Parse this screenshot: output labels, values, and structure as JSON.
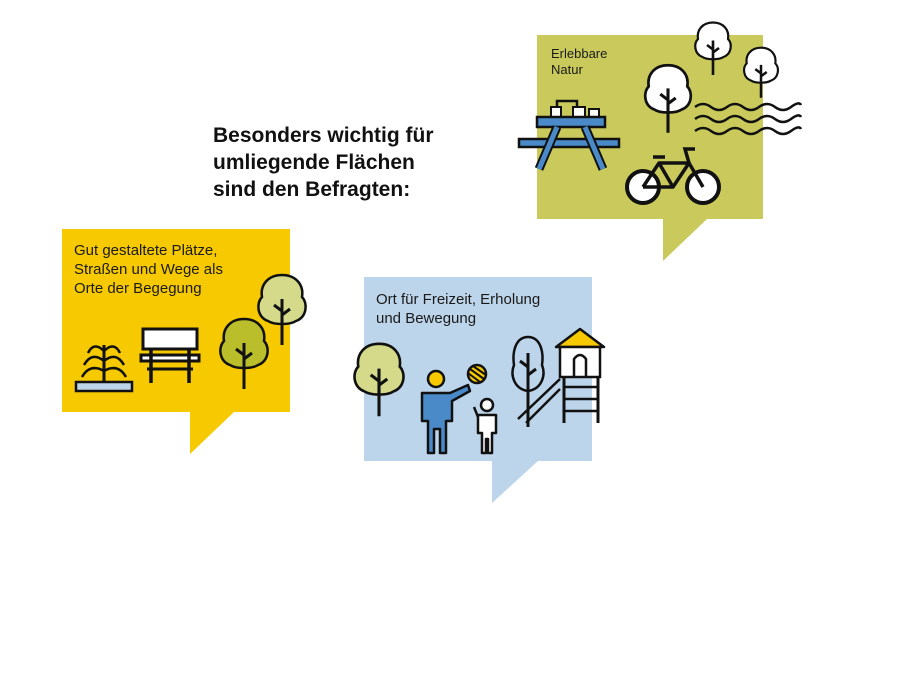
{
  "heading": "Besonders wichtig für\numliegende Flächen\nsind den Befragten:",
  "colors": {
    "yellow": "#F7C900",
    "light_blue": "#BDD5EA",
    "olive_green": "#C9CA5B",
    "tree_green_light": "#D4DA8A",
    "tree_green_dark": "#B9BE2A",
    "person_blue": "#4B8AC8",
    "outline": "#111111"
  },
  "bubbles": [
    {
      "label": "Gut gestaltete Plätze,\nStraßen und Wege als\nOrte der Begegung",
      "icons": [
        "fountain-icon",
        "bench-icon",
        "tree-icon",
        "tree-icon"
      ]
    },
    {
      "label": "Ort für Freizeit, Erholung\nund Bewegung",
      "icons": [
        "tree-icon",
        "adult-throwing-ball-icon",
        "ball-icon",
        "child-icon",
        "tree-icon",
        "playground-slide-icon"
      ]
    },
    {
      "label": "Erlebbare\nNatur",
      "icons": [
        "tree-icon",
        "tree-icon",
        "tree-icon",
        "picnic-table-icon",
        "water-waves-icon",
        "bicycle-icon"
      ]
    }
  ]
}
